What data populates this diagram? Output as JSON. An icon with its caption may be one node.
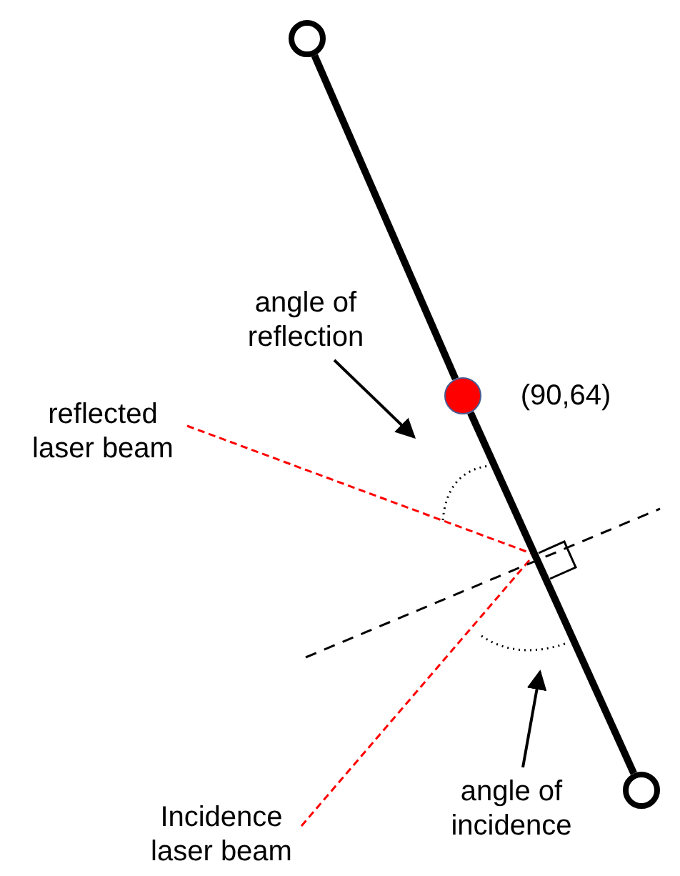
{
  "diagram": {
    "nodes": [
      {
        "text": [],
        "shape": "circle"
      },
      {
        "text": [],
        "shape": "circle",
        "beside": [
          "(90,64)"
        ]
      },
      {
        "text": [],
        "shape": "circle"
      },
      {
        "text": [
          "angle of reflection"
        ]
      },
      {
        "text": [
          "angle of incidence"
        ]
      },
      {
        "text": [],
        "shape": "arc"
      },
      {
        "text": [],
        "shape": "arc"
      }
    ],
    "edges": [
      {
        "from": 0,
        "to": 1,
        "arrow": "none",
        "style": "thick"
      },
      {
        "from": 1,
        "to": 2,
        "arrow": "none",
        "style": "thick"
      },
      {
        "from": 3,
        "to": 5,
        "arrow": "to"
      },
      {
        "from": 4,
        "to": 6,
        "arrow": "to"
      }
    ],
    "labels": [
      "reflected laser beam",
      "Incidence laser beam"
    ]
  }
}
